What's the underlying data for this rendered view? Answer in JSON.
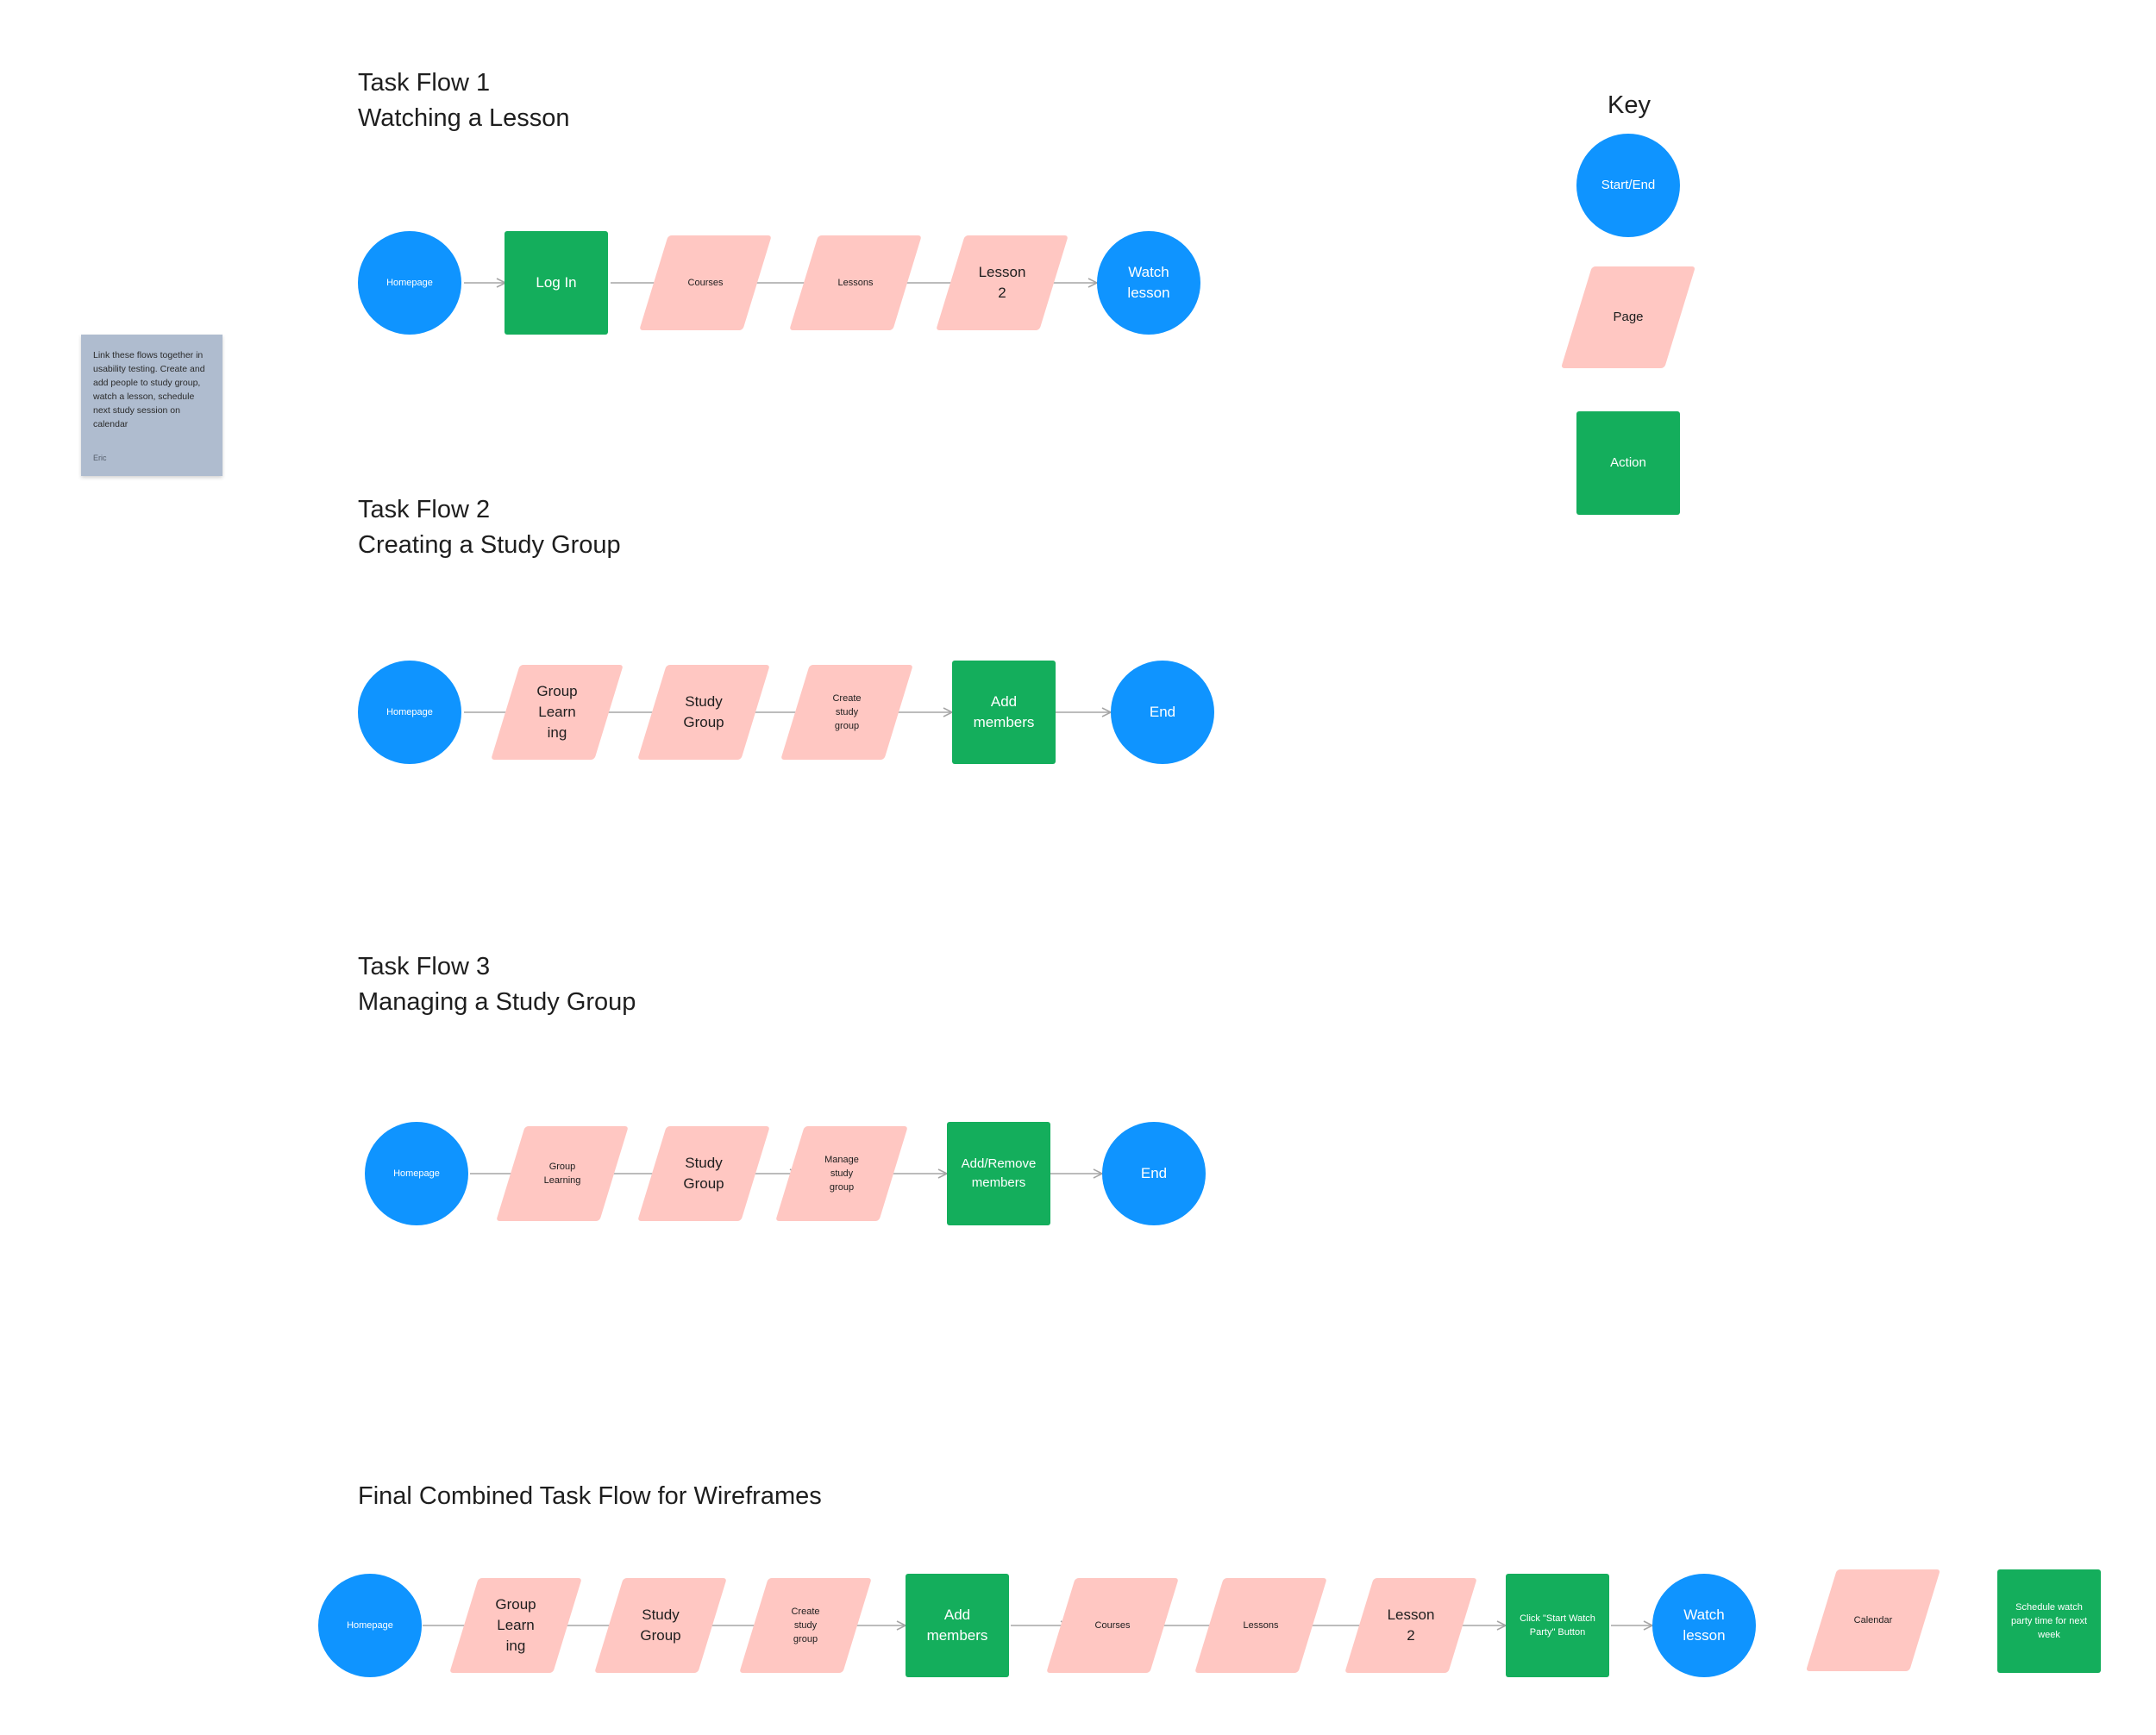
{
  "colors": {
    "start_end": "#0f94ff",
    "page": "#ffc7c2",
    "action": "#14ae5c",
    "arrow": "#a6a6a6",
    "sticky_note": "#afbccf"
  },
  "flow1": {
    "title_line1": "Task Flow 1",
    "title_line2": "Watching a Lesson",
    "nodes": [
      "Homepage",
      "Log In",
      "Courses",
      "Lessons",
      "Lesson\n2",
      "Watch\nlesson"
    ]
  },
  "flow2": {
    "title_line1": "Task Flow 2",
    "title_line2": "Creating a Study Group",
    "nodes": [
      "Homepage",
      "Group\nLearn\ning",
      "Study\nGroup",
      "Create\nstudy\ngroup",
      "Add\nmembers",
      "End"
    ]
  },
  "flow3": {
    "title_line1": "Task Flow 3",
    "title_line2": "Managing a Study Group",
    "nodes": [
      "Homepage",
      "Group\nLearning",
      "Study\nGroup",
      "Manage\nstudy\ngroup",
      "Add/Remove\nmembers",
      "End"
    ]
  },
  "final": {
    "title": "Final Combined Task Flow for Wireframes",
    "nodes": [
      "Homepage",
      "Group\nLearn\ning",
      "Study\nGroup",
      "Create\nstudy\ngroup",
      "Add members",
      "Courses",
      "Lessons",
      "Lesson\n2",
      "Click \"Start Watch\nParty\" Button",
      "Watch\nlesson",
      "Calendar",
      "Schedule watch\nparty time for next\nweek"
    ]
  },
  "key": {
    "title": "Key",
    "start_end": "Start/End",
    "page": "Page",
    "action": "Action"
  },
  "sticky": {
    "text": "Link these flows together in usability testing. Create and add people to study group, watch a lesson, schedule next study session on calendar",
    "author": "Eric"
  }
}
